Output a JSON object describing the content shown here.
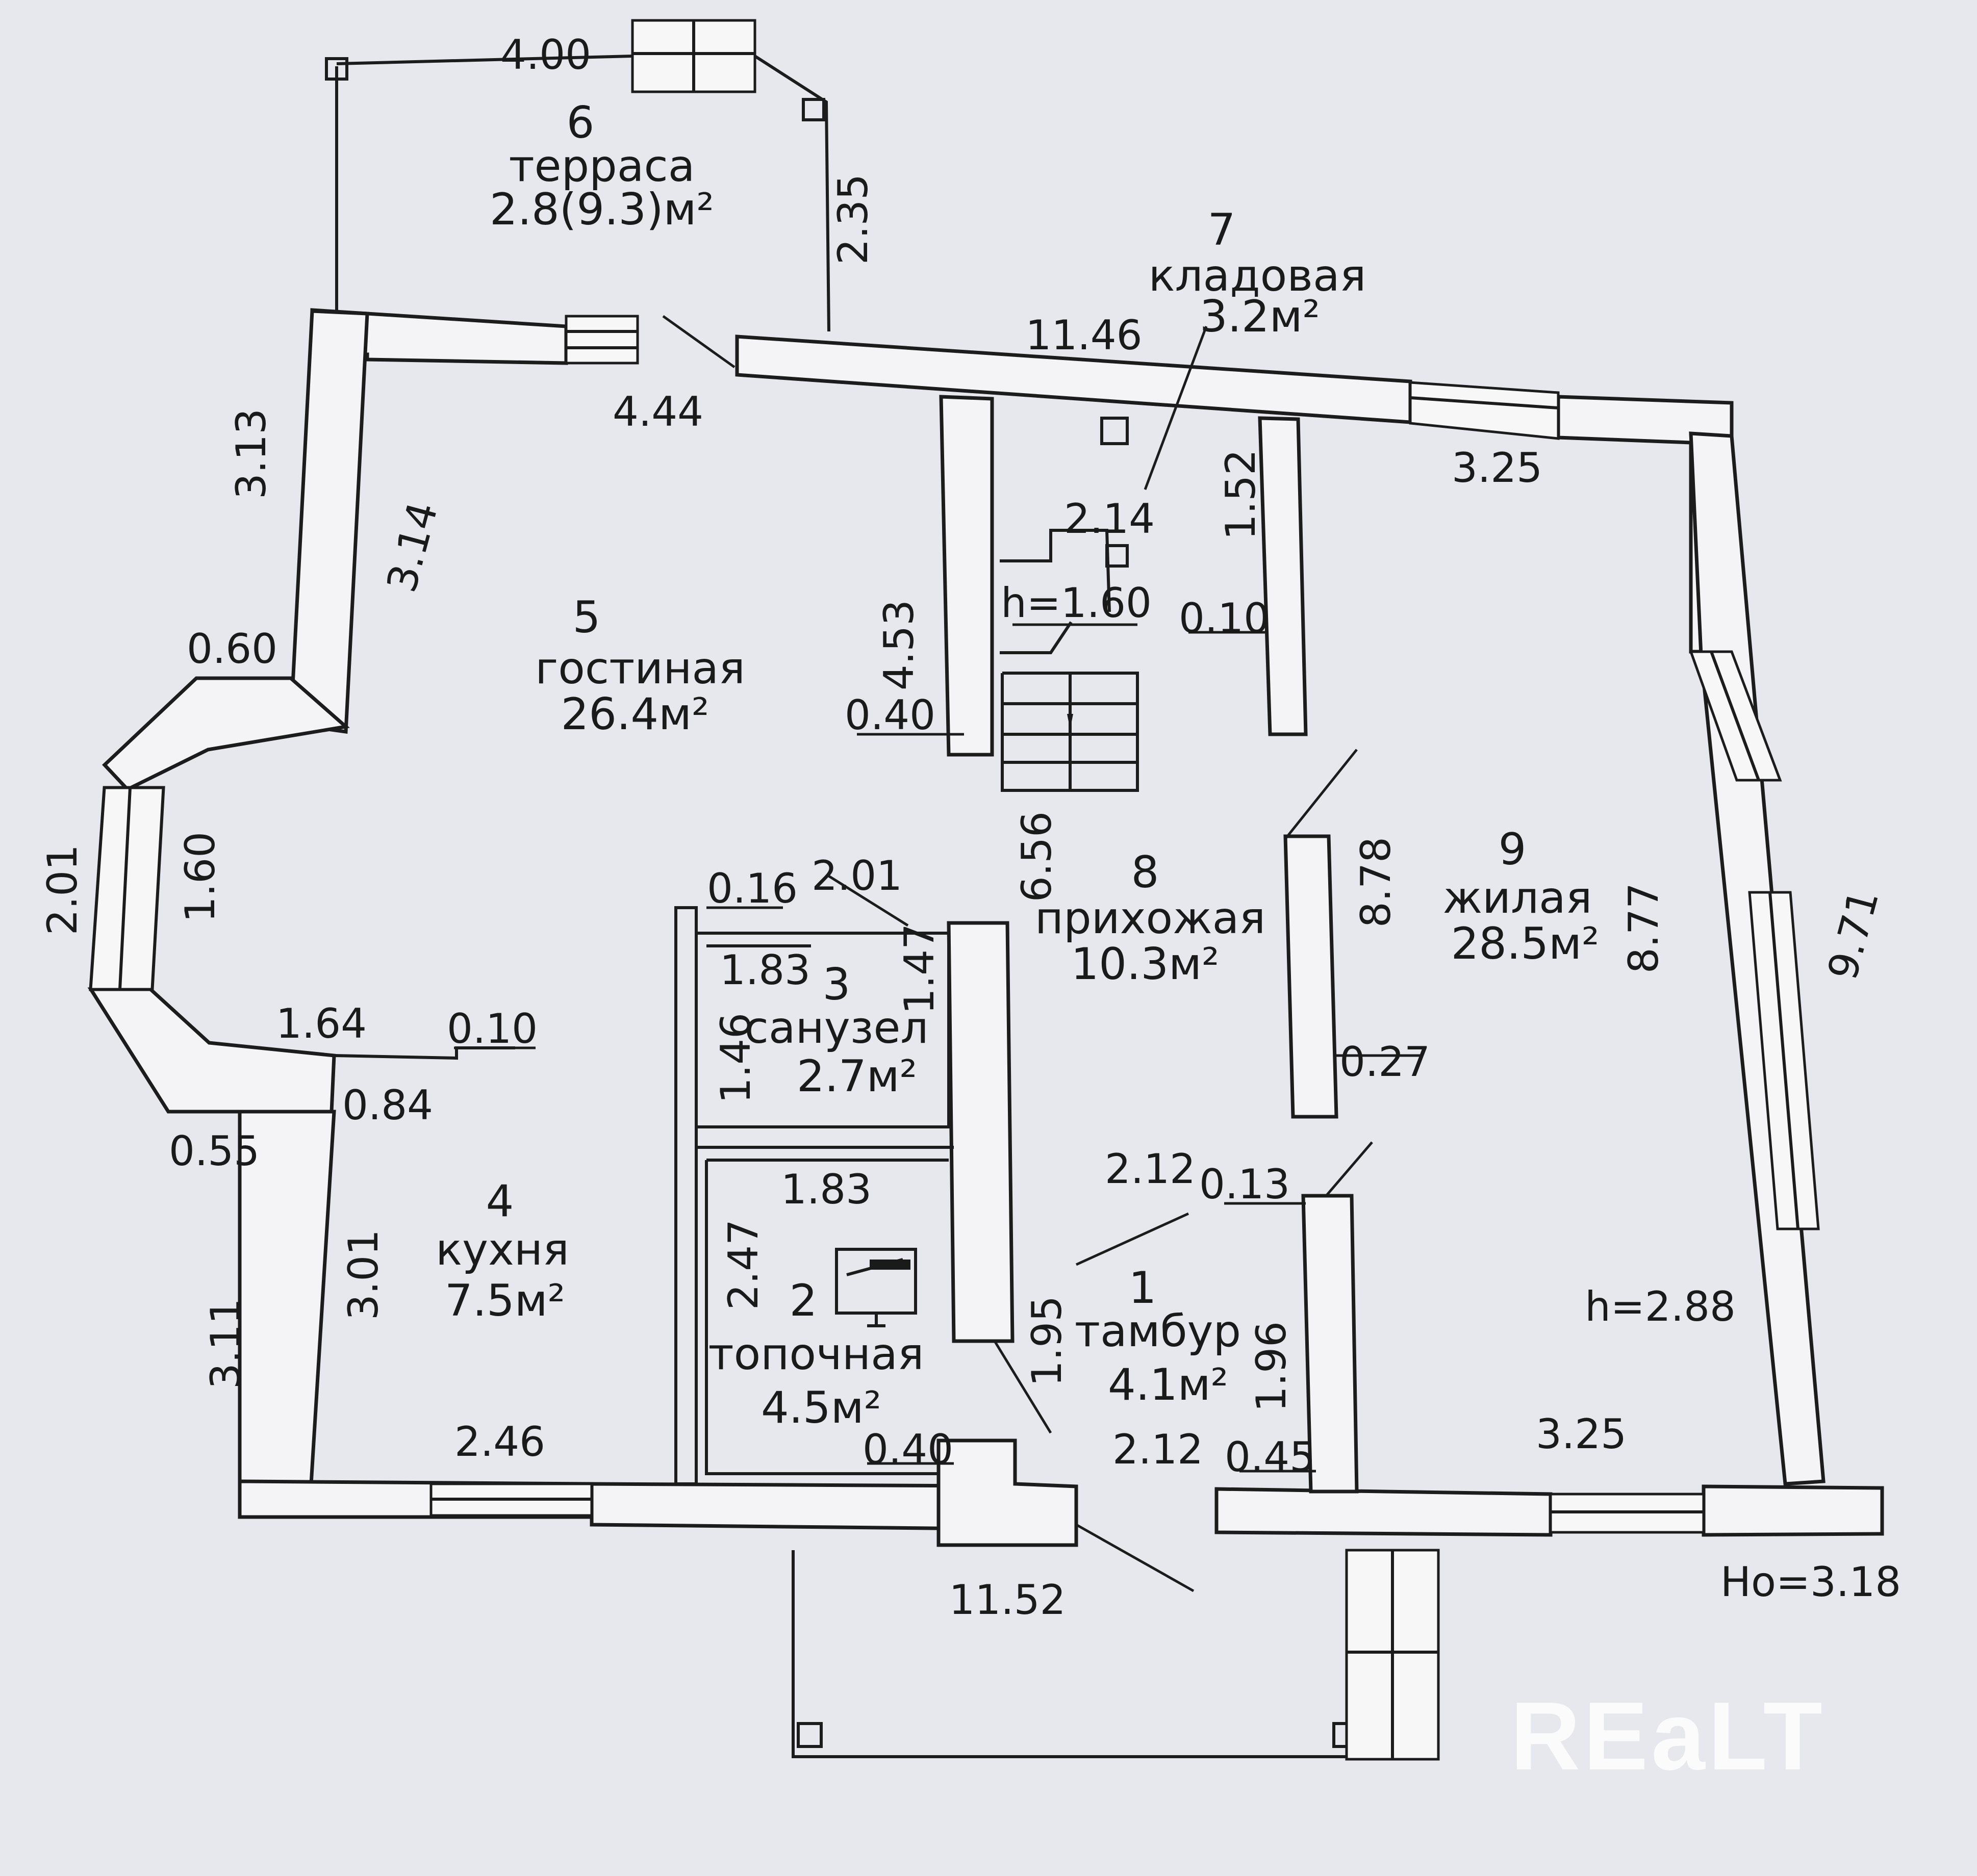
{
  "plan": {
    "rooms": [
      {
        "num": "1",
        "name": "тамбур",
        "area": "4.1м²"
      },
      {
        "num": "2",
        "name": "топочная",
        "area": "4.5м²"
      },
      {
        "num": "3",
        "name": "санузел",
        "area": "2.7м²"
      },
      {
        "num": "4",
        "name": "кухня",
        "area": "7.5м²"
      },
      {
        "num": "5",
        "name": "гостиная",
        "area": "26.4м²"
      },
      {
        "num": "6",
        "name": "терраса",
        "area": "2.8(9.3)м²"
      },
      {
        "num": "7",
        "name": "кладовая",
        "area": "3.2м²"
      },
      {
        "num": "8",
        "name": "прихожая",
        "area": "10.3м²"
      },
      {
        "num": "9",
        "name": "жилая",
        "area": "28.5м²"
      }
    ],
    "dimensions": {
      "terrace_width": "4.00",
      "terrace_depth": "2.35",
      "top_wall": "11.46",
      "living_top": "4.44",
      "left_upper_outer": "3.13",
      "left_upper_inner": "3.14",
      "bay_upper": "0.60",
      "bay_outer": "2.01",
      "bay_inner": "1.60",
      "kitchen_top": "1.64",
      "kitchen_ledge": "0.10",
      "kitchen_step": "0.84",
      "bay_lower": "0.55",
      "left_lower_outer": "3.11",
      "kitchen_depth": "3.01",
      "kitchen_width": "2.46",
      "bottom_wall": "11.52",
      "storage_width": "2.14",
      "storage_depth": "1.52",
      "storage_height": "h=1.60",
      "storage_wall": "0.10",
      "stair_wall": "4.53",
      "stair_ledge": "0.40",
      "hall_depth": "6.56",
      "partition_top": "0.16",
      "partition_width": "2.01",
      "bath_width": "1.83",
      "bath_side": "1.47",
      "bath_depth": "1.46",
      "boiler_width": "1.83",
      "boiler_depth": "2.47",
      "boiler_ledge": "0.40",
      "vest_depth_left": "1.95",
      "vest_width_top": "2.12",
      "vest_ledge_top": "0.13",
      "vest_depth_right": "1.96",
      "vest_width_bottom": "2.12",
      "vest_ledge_bottom": "0.45",
      "living_width_top": "3.25",
      "living_depth_left": "8.78",
      "living_ledge": "0.27",
      "living_depth_right": "8.77",
      "right_outer": "9.71",
      "living_width_bottom": "3.25",
      "ceiling": "h=2.88",
      "outer_height": "Hо=3.18"
    },
    "watermark": "REaLT"
  }
}
